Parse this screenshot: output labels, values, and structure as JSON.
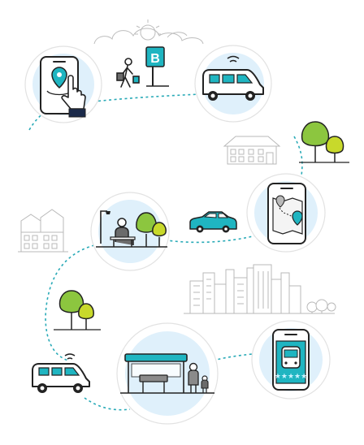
{
  "bus_stop_sign": {
    "letter": "B"
  },
  "colors": {
    "teal": "#1fb5c1",
    "route": "#29aab7",
    "circle_fill": "#dff0fb",
    "outline": "#222222",
    "skyline": "#b9b9b9",
    "tree_green": "#8cc63f",
    "tree_yellow": "#c8d92b",
    "star": "#c9f2ff"
  },
  "icons": [
    "sun-icon",
    "cloud-icon",
    "phone-tap-icon",
    "pedestrian-icon",
    "bus-stop-sign-icon",
    "shuttle-van-icon",
    "house-icon",
    "tree-icon",
    "map-phone-icon",
    "bench-person-icon",
    "car-icon",
    "city-skyline-icon",
    "bus-shelter-icon",
    "bus-app-rating-icon",
    "dashed-route-line"
  ],
  "rating": {
    "stars": 5,
    "max": 5
  }
}
